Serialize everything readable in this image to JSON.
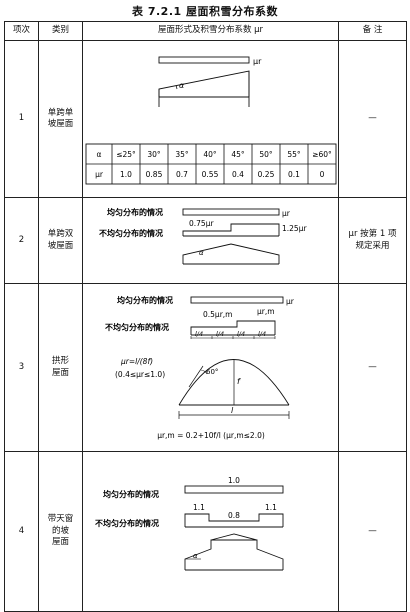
{
  "title": "表 7.2.1   屋面积雪分布系数",
  "headers": {
    "no": "项次",
    "category": "类别",
    "form": "屋面形式及积雪分布系数 μr",
    "remarks": "备  注"
  },
  "rows": [
    {
      "no": "1",
      "category_l1": "单跨单",
      "category_l2": "坡屋面",
      "labels": {
        "mu_r": "μr",
        "alpha": "α"
      },
      "coef_table": {
        "alpha_header": "α",
        "alpha": [
          "≤25°",
          "30°",
          "35°",
          "40°",
          "45°",
          "50°",
          "55°",
          "≥60°"
        ],
        "mu_header": "μr",
        "mu": [
          "1.0",
          "0.85",
          "0.7",
          "0.55",
          "0.4",
          "0.25",
          "0.1",
          "0"
        ]
      },
      "remarks": "—"
    },
    {
      "no": "2",
      "category_l1": "单跨双",
      "category_l2": "坡屋面",
      "labels": {
        "uniform": "均匀分布的情况",
        "non_uniform": "不均匀分布的情况",
        "mu_r": "μr",
        "low": "0.75μr",
        "high": "1.25μr",
        "alpha": "α"
      },
      "remarks_l1": "μr 按第 1 项",
      "remarks_l2": "规定采用"
    },
    {
      "no": "3",
      "category_l1": "拱形",
      "category_l2": "屋面",
      "labels": {
        "uniform": "均匀分布的情况",
        "non_uniform": "不均匀分布的情况",
        "mu_r": "μr",
        "half_mu_rm": "0.5μr,m",
        "mu_rm": "μr,m",
        "quarter": "l/4",
        "formula1": "μr=l/(8f)",
        "formula2": "(0.4≤μr≤1.0)",
        "angle": "60°",
        "f": "f",
        "l": "l",
        "formula3": "μr,m = 0.2+10f/l (μr,m≤2.0)"
      },
      "remarks": "—"
    },
    {
      "no": "4",
      "category_l1": "带天窗",
      "category_l2": "的坡",
      "category_l3": "屋面",
      "labels": {
        "uniform": "均匀分布的情况",
        "non_uniform": "不均匀分布的情况",
        "v_uniform": "1.0",
        "v_side_left": "1.1",
        "v_mid": "0.8",
        "v_side_right": "1.1",
        "alpha": "α"
      },
      "remarks": "—"
    }
  ]
}
